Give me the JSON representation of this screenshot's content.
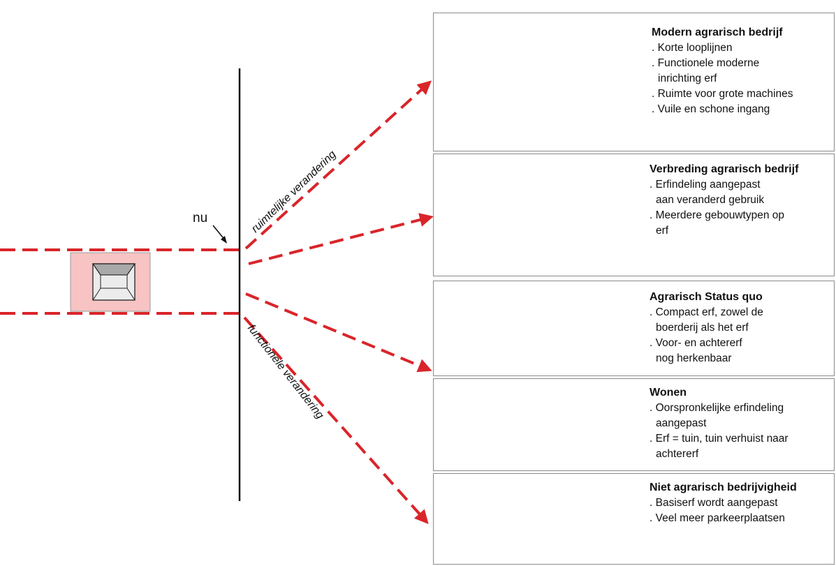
{
  "colors": {
    "pink": "#f7c3c3",
    "green": "#2fcf3c",
    "yellow": "#fbd07a",
    "purple": "#9a1fc7",
    "arrow_red": "#d9252a",
    "building_light": "#ececec",
    "building_dark": "#a9a9a9"
  },
  "labels": {
    "now": "nu",
    "spatial_change": "ruimtelijke verandering",
    "functional_change": "functionele verandering"
  },
  "scenarios": [
    {
      "title": "Modern agrarisch bedrijf",
      "bullets": [
        ". Korte looplijnen",
        ". Functionele moderne",
        "inrichting erf",
        ". Ruimte voor grote machines",
        ". Vuile en schone ingang"
      ]
    },
    {
      "title": "Verbreding agrarisch bedrijf",
      "bullets": [
        ". Erfindeling aangepast",
        "aan veranderd gebruik",
        ". Meerdere gebouwtypen op",
        "erf"
      ]
    },
    {
      "title": "Agrarisch Status quo",
      "bullets": [
        ". Compact erf, zowel de",
        "boerderij als het erf",
        ". Voor- en achtererf",
        "nog herkenbaar"
      ]
    },
    {
      "title": "Wonen",
      "bullets": [
        ". Oorspronkelijke erfindeling",
        "aangepast",
        ". Erf = tuin, tuin verhuist naar",
        "achtererf"
      ]
    },
    {
      "title": "Niet agrarisch bedrijvigheid",
      "bullets": [
        ". Basiserf wordt aangepast",
        ". Veel meer parkeerplaatsen"
      ]
    }
  ]
}
